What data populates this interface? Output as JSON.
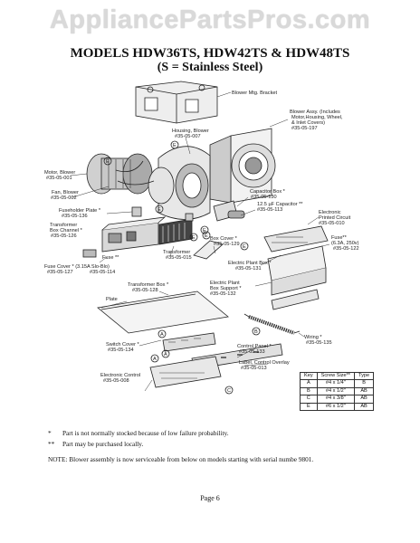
{
  "watermark": "AppliancePartsPros.com",
  "title": {
    "line1": "MODELS HDW36TS, HDW42TS & HDW48TS",
    "line2": "(S = Stainless Steel)"
  },
  "labels": {
    "blower_mtg_bracket": "Blower Mtg. Bracket",
    "housing_blower": "Housing, Blower",
    "housing_part": "#35-05-007",
    "blower_assy_1": "Blower Assy. (Includes",
    "blower_assy_2": "Motor,Housing, Wheel,",
    "blower_assy_3": "& Inlet Covers)",
    "blower_assy_part": "#35-05-197",
    "motor_blower": "Motor, Blower",
    "motor_part": "#35-05-001",
    "fan_blower": "Fan, Blower",
    "fan_part": "#35-05-002",
    "capacitor_box": "Capacitor Box *",
    "capacitor_box_part": "#35-05-130",
    "capacitor": "12.5 µF Capacitor **",
    "capacitor_part": "#35-05-113",
    "fuseholder_plate": "Fuseholder Plate *",
    "fuseholder_part": "#35-05-136",
    "transformer_channel_1": "Transformer",
    "transformer_channel_2": "Box Channel *",
    "transformer_channel_part": "#35-05-126",
    "electronic_pc_1": "Electronic",
    "electronic_pc_2": "Printed Circuit",
    "electronic_pc_part": "#35-05-010",
    "fuse_right": "Fuse**",
    "fuse_right_spec": "(6.3A, 250v)",
    "fuse_right_part": "#35-05-122",
    "fuse_left": "Fuse **",
    "box_cover": "Box Cover *",
    "box_cover_part": "#35-05-129",
    "transformer": "Transformer",
    "transformer_part": "#35-05-015",
    "fuse_cover": "Fuse Cover * (3.15A Slo-Blo)",
    "fuse_cover_part_a": "#35-05-127",
    "fuse_cover_part_b": "#35-05-114",
    "electric_plant_box": "Electric Plant Box *",
    "electric_plant_box_part": "#35-05-131",
    "transformer_box": "Transformer Box *",
    "transformer_box_part": "#35-05-128",
    "electric_plant_support_1": "Electric Plant",
    "electric_plant_support_2": "Box Support *",
    "electric_plant_support_part": "#35-05-132",
    "plate": "Plate",
    "wiring": "Wiring *",
    "wiring_part": "#35-05-135",
    "switch_cover": "Switch Cover *",
    "switch_cover_part": "#35-05-134",
    "control_panel": "Control Panel *",
    "control_panel_part": "#35-05-133",
    "label_overlay": "Label, Control Overlay",
    "label_overlay_part": "#35-05-013",
    "electronic_control": "Electronic Control",
    "electronic_control_part": "#35-05-008"
  },
  "screw_table": {
    "headers": [
      "Key",
      "Screw Size**",
      "Type"
    ],
    "rows": [
      [
        "A",
        "#4 x 1/4\"",
        "B"
      ],
      [
        "B",
        "#4 x 1/2\"",
        "AB"
      ],
      [
        "C",
        "#4 x 3/8\"",
        "AB"
      ],
      [
        "E",
        "#6 x 1/2\"",
        "AB"
      ]
    ]
  },
  "notes": {
    "n1_mark": "*",
    "n1_text": "Part is not normally stocked because of low failure probability.",
    "n2_mark": "**",
    "n2_text": "Part may be purchased locally.",
    "n3": "NOTE: Blower assembly is now serviceable from below on models starting with serial numbe 9801."
  },
  "page_number": "Page 6"
}
